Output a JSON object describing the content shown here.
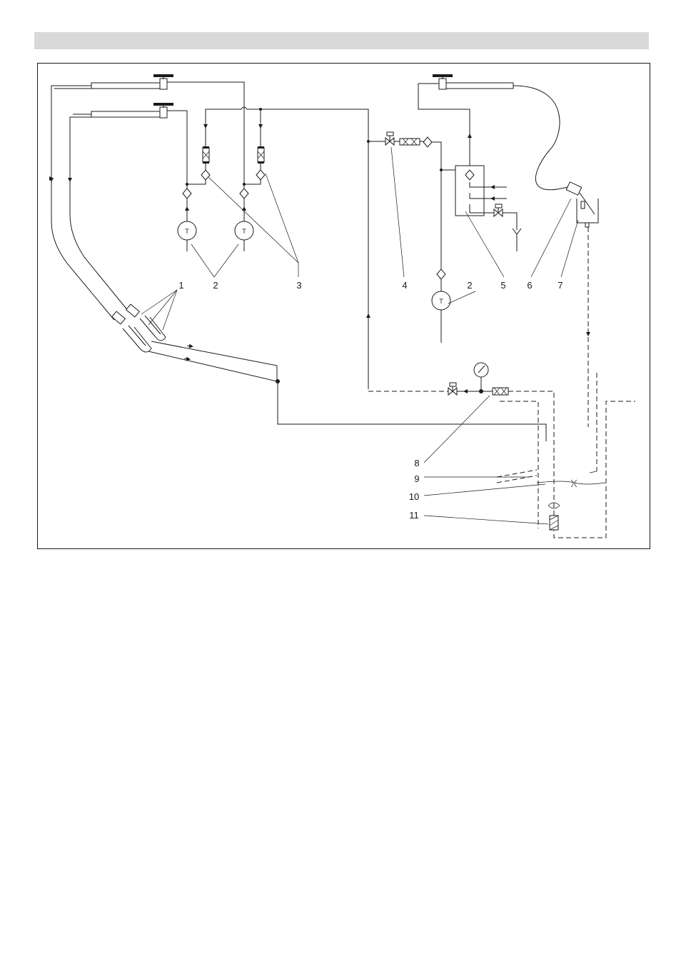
{
  "diagram": {
    "callouts": [
      "1",
      "2",
      "3",
      "4",
      "2",
      "5",
      "6",
      "7",
      "8",
      "9",
      "10",
      "11"
    ],
    "thermometer_letter": "T"
  }
}
